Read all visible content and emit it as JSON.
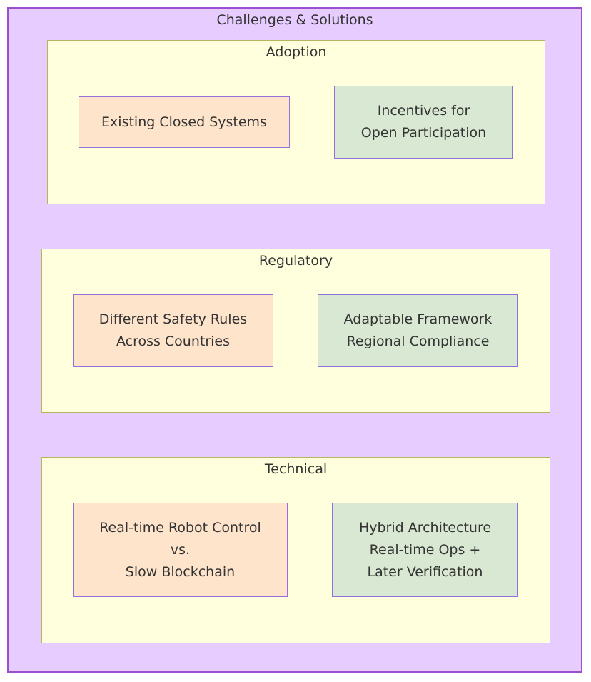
{
  "diagram": {
    "title": "Challenges & Solutions",
    "groups": [
      {
        "title": "Adoption",
        "challenge": [
          "Existing Closed Systems"
        ],
        "solution": [
          "Incentives for",
          "Open Participation"
        ]
      },
      {
        "title": "Regulatory",
        "challenge": [
          "Different Safety Rules",
          "Across Countries"
        ],
        "solution": [
          "Adaptable Framework",
          "Regional Compliance"
        ]
      },
      {
        "title": "Technical",
        "challenge": [
          "Real-time Robot Control",
          "vs.",
          "Slow Blockchain"
        ],
        "solution": [
          "Hybrid Architecture",
          "Real-time Ops +",
          "Later Verification"
        ]
      }
    ],
    "colors": {
      "outer_fill": "#e6ccff",
      "outer_border": "#9a4fd0",
      "group_fill": "#ffffde",
      "group_border": "#b5b55e",
      "challenge_fill": "#ffe4cc",
      "solution_fill": "#d8e8d2",
      "node_border": "#9370db"
    }
  }
}
